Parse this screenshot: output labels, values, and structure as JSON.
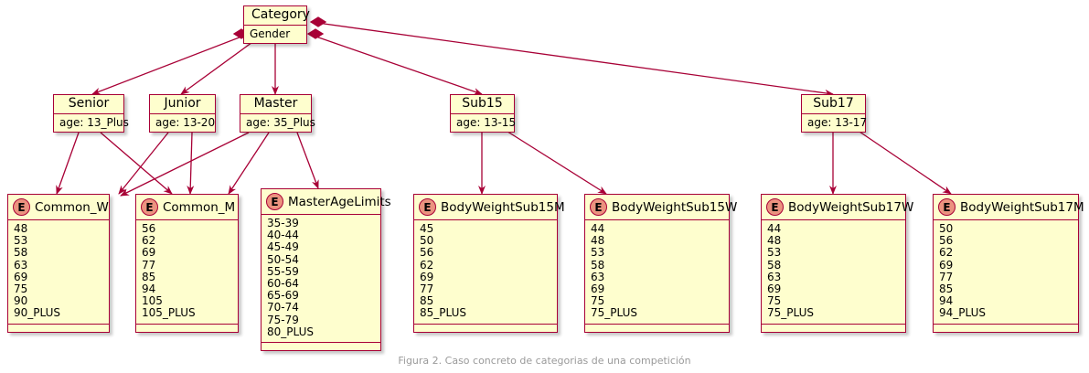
{
  "diagram": {
    "type": "uml-class-diagram",
    "caption": "Figura 2. Caso concreto de categorias de una competición",
    "colors": {
      "node_fill": "#FEFECE",
      "node_border": "#A80036",
      "edge": "#A80036",
      "enum_icon_fill": "#EB937F",
      "caption_text": "#9a9a9a",
      "background": "#FFFFFF"
    },
    "root": {
      "name": "Category",
      "attributes": [
        "Gender"
      ]
    },
    "classes": [
      {
        "id": "senior",
        "name": "Senior",
        "attributes": [
          "age: 13_Plus"
        ]
      },
      {
        "id": "junior",
        "name": "Junior",
        "attributes": [
          "age: 13-20"
        ]
      },
      {
        "id": "master",
        "name": "Master",
        "attributes": [
          "age: 35_Plus"
        ]
      },
      {
        "id": "sub15",
        "name": "Sub15",
        "attributes": [
          "age: 13-15"
        ]
      },
      {
        "id": "sub17",
        "name": "Sub17",
        "attributes": [
          "age: 13-17"
        ]
      }
    ],
    "enums": [
      {
        "id": "common_w",
        "icon": "enum-icon",
        "name": "Common_W",
        "literals": [
          "48",
          "53",
          "58",
          "63",
          "69",
          "75",
          "90",
          "90_PLUS"
        ]
      },
      {
        "id": "common_m",
        "icon": "enum-icon",
        "name": "Common_M",
        "literals": [
          "56",
          "62",
          "69",
          "77",
          "85",
          "94",
          "105",
          "105_PLUS"
        ]
      },
      {
        "id": "master_age_limits",
        "icon": "enum-icon",
        "name": "MasterAgeLimits",
        "literals": [
          "35-39",
          "40-44",
          "45-49",
          "50-54",
          "55-59",
          "60-64",
          "65-69",
          "70-74",
          "75-79",
          "80_PLUS"
        ]
      },
      {
        "id": "bw_sub15m",
        "icon": "enum-icon",
        "name": "BodyWeightSub15M",
        "literals": [
          "45",
          "50",
          "56",
          "62",
          "69",
          "77",
          "85",
          "85_PLUS"
        ]
      },
      {
        "id": "bw_sub15w",
        "icon": "enum-icon",
        "name": "BodyWeightSub15W",
        "literals": [
          "44",
          "48",
          "53",
          "58",
          "63",
          "69",
          "75",
          "75_PLUS"
        ]
      },
      {
        "id": "bw_sub17w",
        "icon": "enum-icon",
        "name": "BodyWeightSub17W",
        "literals": [
          "44",
          "48",
          "53",
          "58",
          "63",
          "69",
          "75",
          "75_PLUS"
        ]
      },
      {
        "id": "bw_sub17m",
        "icon": "enum-icon",
        "name": "BodyWeightSub17M",
        "literals": [
          "50",
          "56",
          "62",
          "69",
          "77",
          "85",
          "94",
          "94_PLUS"
        ]
      }
    ],
    "relationships": [
      {
        "from": "Category",
        "to": "Senior",
        "kind": "composition"
      },
      {
        "from": "Category",
        "to": "Junior",
        "kind": "composition"
      },
      {
        "from": "Category",
        "to": "Master",
        "kind": "composition"
      },
      {
        "from": "Category",
        "to": "Sub15",
        "kind": "composition"
      },
      {
        "from": "Category",
        "to": "Sub17",
        "kind": "composition"
      },
      {
        "from": "Senior",
        "to": "Common_W",
        "kind": "arrow"
      },
      {
        "from": "Senior",
        "to": "Common_M",
        "kind": "arrow"
      },
      {
        "from": "Junior",
        "to": "Common_W",
        "kind": "arrow"
      },
      {
        "from": "Junior",
        "to": "Common_M",
        "kind": "arrow"
      },
      {
        "from": "Master",
        "to": "Common_W",
        "kind": "arrow"
      },
      {
        "from": "Master",
        "to": "Common_M",
        "kind": "arrow"
      },
      {
        "from": "Master",
        "to": "MasterAgeLimits",
        "kind": "arrow"
      },
      {
        "from": "Sub15",
        "to": "BodyWeightSub15M",
        "kind": "arrow"
      },
      {
        "from": "Sub15",
        "to": "BodyWeightSub15W",
        "kind": "arrow"
      },
      {
        "from": "Sub17",
        "to": "BodyWeightSub17W",
        "kind": "arrow"
      },
      {
        "from": "Sub17",
        "to": "BodyWeightSub17M",
        "kind": "arrow"
      }
    ]
  }
}
